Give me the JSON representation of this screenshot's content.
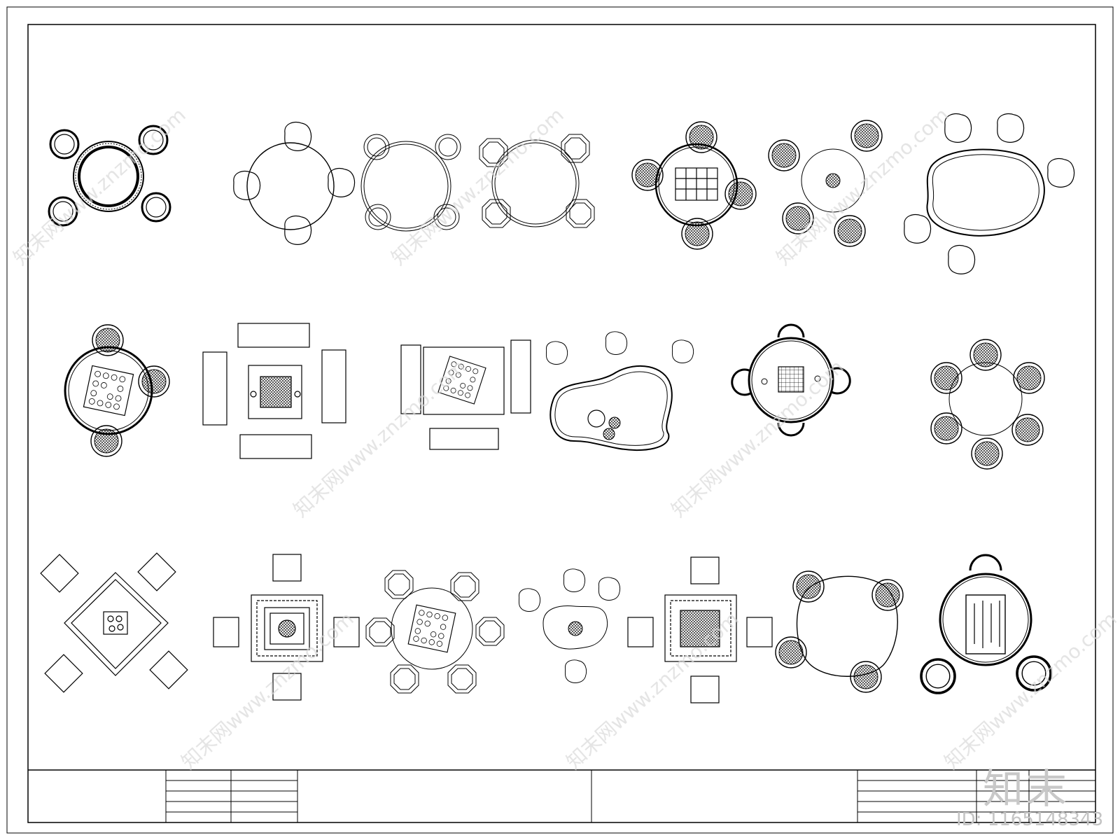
{
  "drawing": {
    "description_tag": "cad-plan-outdoor-table-sets",
    "line_color": "#000000",
    "background": "#ffffff"
  },
  "watermark": {
    "brand": "知末",
    "id": "ID: 1165148343",
    "color": "#c8c8c8"
  },
  "icons": [
    "round-table-icon",
    "chair-icon",
    "stool-icon",
    "chess-board-icon",
    "rock-icon",
    "bench-icon",
    "calligraphy-panel-icon"
  ]
}
